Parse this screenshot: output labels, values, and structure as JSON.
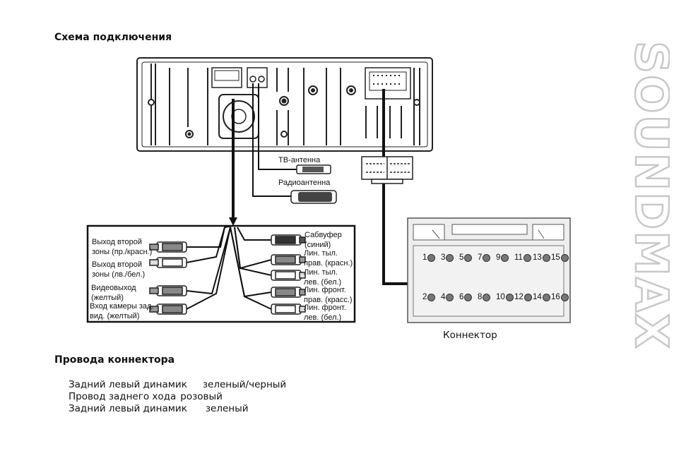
{
  "heading_scheme": "Схема подключения",
  "heading_wires": "Провода коннектора",
  "brand": "SOUNDMAX",
  "labels": {
    "tv_antenna": "ТВ-антенна",
    "radio_antenna": "Радиоантенна",
    "connector": "Коннектор"
  },
  "left_outputs": [
    {
      "line1": "Выход второй",
      "line2": "зоны (пр./красн.)"
    },
    {
      "line1": "Выход второй",
      "line2": "зоны (лв./бел.)"
    },
    {
      "line1": "Видеовыход",
      "line2": "(желтый)"
    },
    {
      "line1": "Вход камеры зад.",
      "line2": "вид. (желтый)"
    }
  ],
  "right_outputs": [
    {
      "line1": "Сабвуфер",
      "line2": "(синий)"
    },
    {
      "line1": "Лин. тыл.",
      "line2": "прав. (красн.)"
    },
    {
      "line1": "Лин. тыл.",
      "line2": "лев. (бел.)"
    },
    {
      "line1": "Лин. фронт.",
      "line2": "прав. (красс.)"
    },
    {
      "line1": "Лин. фронт.",
      "line2": "лев. (бел.)"
    }
  ],
  "pins_top": [
    "1",
    "3",
    "5",
    "7",
    "9",
    "11",
    "13",
    "15"
  ],
  "pins_bottom": [
    "2",
    "4",
    "6",
    "8",
    "10",
    "12",
    "14",
    "16"
  ],
  "wires": [
    {
      "name": "Задний левый динамик",
      "color": "зеленый/черный"
    },
    {
      "name": "Провод заднего хода",
      "color": "розовый"
    },
    {
      "name": "Задний левый динамик",
      "color": "зеленый"
    }
  ]
}
